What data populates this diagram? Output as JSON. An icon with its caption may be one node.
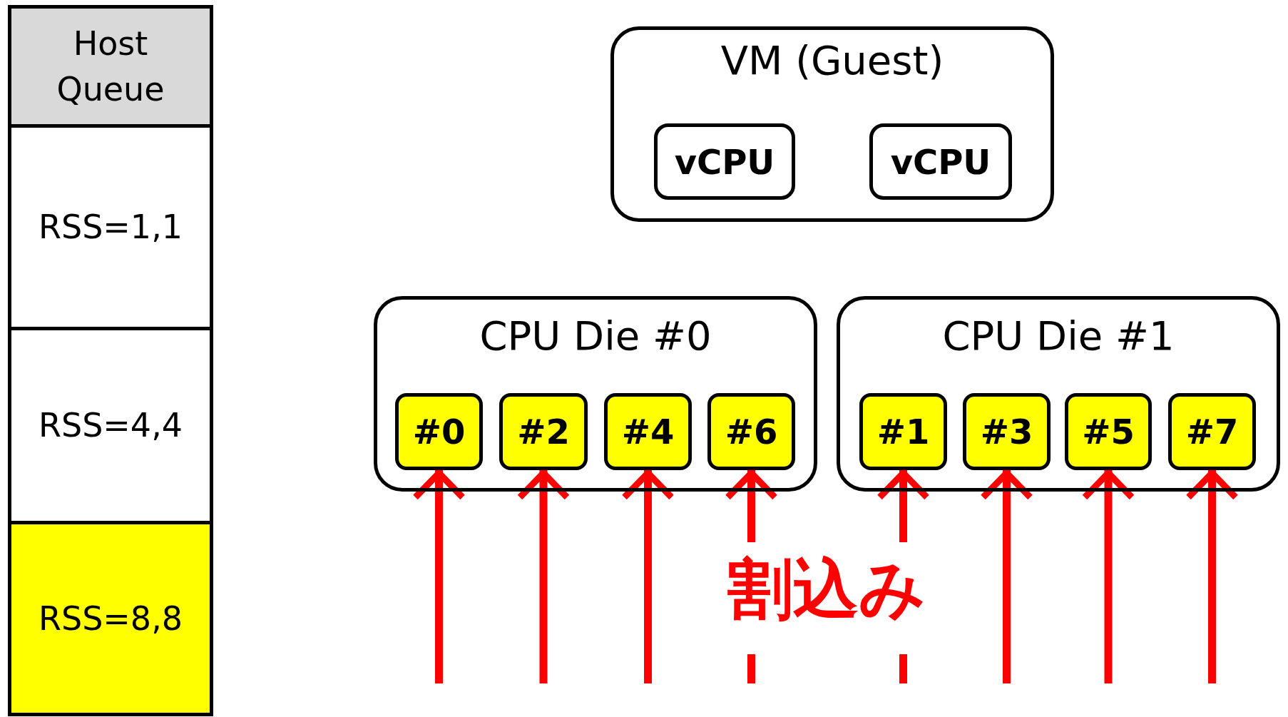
{
  "diagram": {
    "nodes": [
      {
        "text": [
          "Host Queue"
        ]
      },
      {
        "text": [
          "RSS=1,1"
        ]
      },
      {
        "text": [
          "RSS=4,4"
        ]
      },
      {
        "text": [
          "RSS=8,8"
        ]
      },
      {
        "text": [
          "VM (Guest)"
        ]
      },
      {
        "text": [
          "vCPU"
        ],
        "in": 4
      },
      {
        "text": [
          "vCPU"
        ],
        "in": 4
      },
      {
        "text": [
          "CPU Die #0"
        ]
      },
      {
        "text": [
          "#0"
        ],
        "in": 7
      },
      {
        "text": [
          "#2"
        ],
        "in": 7
      },
      {
        "text": [
          "#4"
        ],
        "in": 7
      },
      {
        "text": [
          "#6"
        ],
        "in": 7
      },
      {
        "text": [
          "CPU Die #1"
        ]
      },
      {
        "text": [
          "#1"
        ],
        "in": 12
      },
      {
        "text": [
          "#3"
        ],
        "in": 12
      },
      {
        "text": [
          "#5"
        ],
        "in": 12
      },
      {
        "text": [
          "#7"
        ],
        "in": 12
      }
    ],
    "edges": [
      {
        "from": null,
        "to": 8,
        "arrow": "to",
        "color": "#ff0000"
      },
      {
        "from": null,
        "to": 9,
        "arrow": "to",
        "color": "#ff0000"
      },
      {
        "from": null,
        "to": 10,
        "arrow": "to",
        "color": "#ff0000"
      },
      {
        "from": null,
        "to": 11,
        "arrow": "to",
        "color": "#ff0000",
        "style": "dashed"
      },
      {
        "from": null,
        "to": 13,
        "arrow": "to",
        "color": "#ff0000",
        "style": "dashed"
      },
      {
        "from": null,
        "to": 14,
        "arrow": "to",
        "color": "#ff0000"
      },
      {
        "from": null,
        "to": 15,
        "arrow": "to",
        "color": "#ff0000"
      },
      {
        "from": null,
        "to": 16,
        "arrow": "to",
        "color": "#ff0000"
      }
    ],
    "labels": [
      "割込み"
    ]
  }
}
